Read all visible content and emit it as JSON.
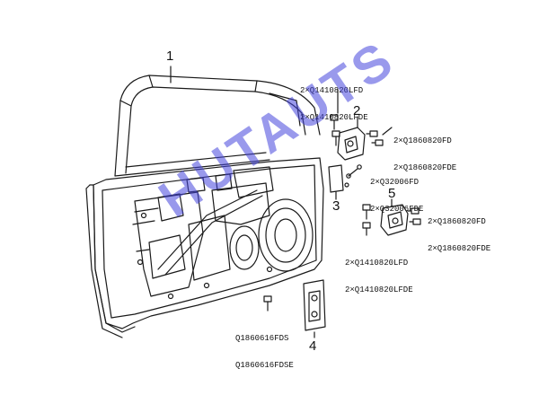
{
  "colors": {
    "ink": "#1a1a1a",
    "watermark": "#4646dc"
  },
  "callouts": {
    "c1": "1",
    "c2": "2",
    "c3": "3",
    "c4": "4",
    "c5": "5"
  },
  "specs": {
    "hinge_upper_bolts": [
      "2×Q1410820LFD",
      "2×Q1410820LFDE"
    ],
    "hinge_upper_studs": [
      "2×Q1860820FD",
      "2×Q1860820FDE"
    ],
    "check_nut": [
      "2×Q32006FD",
      "2×Q32006FDE"
    ],
    "hinge_lower_studs": [
      "2×Q1860820FD",
      "2×Q1860820FDE"
    ],
    "hinge_lower_bolts": [
      "2×Q1410820LFD",
      "2×Q1410820LFDE"
    ],
    "striker_bolt": [
      "Q1860616FDS",
      "Q1860616FDSE"
    ]
  },
  "watermark": "HUTAUTS"
}
